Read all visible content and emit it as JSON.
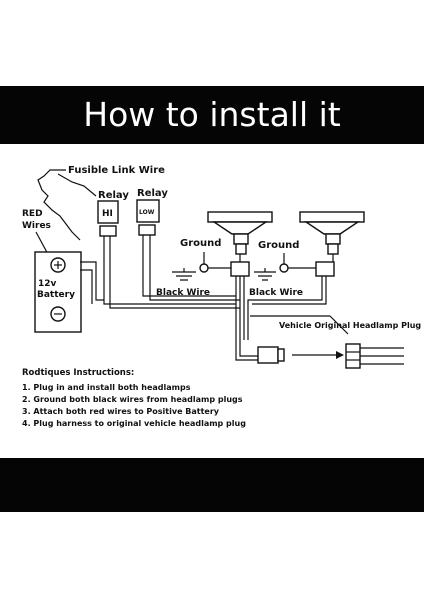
{
  "banner": {
    "title": "How to install it"
  },
  "labels": {
    "fusible_link": "Fusible Link Wire",
    "red_wires_line1": "RED",
    "red_wires_line2": "Wires",
    "relay_hi_title": "Relay",
    "relay_hi_text": "HI",
    "relay_low_title": "Relay",
    "relay_low_text": "LOW",
    "ground_left": "Ground",
    "ground_right": "Ground",
    "battery_volts": "12v",
    "battery_label": "Battery",
    "black_wire_left": "Black Wire",
    "black_wire_right": "Black Wire",
    "headlamp_plug": "Vehicle Original Headlamp Plug"
  },
  "instructions": {
    "heading": "Rodtiques Instructions:",
    "steps": [
      "1. Plug in and install both headlamps",
      "2. Ground both black wires from headlamp plugs",
      "3. Attach both red wires to Positive Battery",
      "4. Plug harness to original vehicle headlamp plug"
    ]
  }
}
